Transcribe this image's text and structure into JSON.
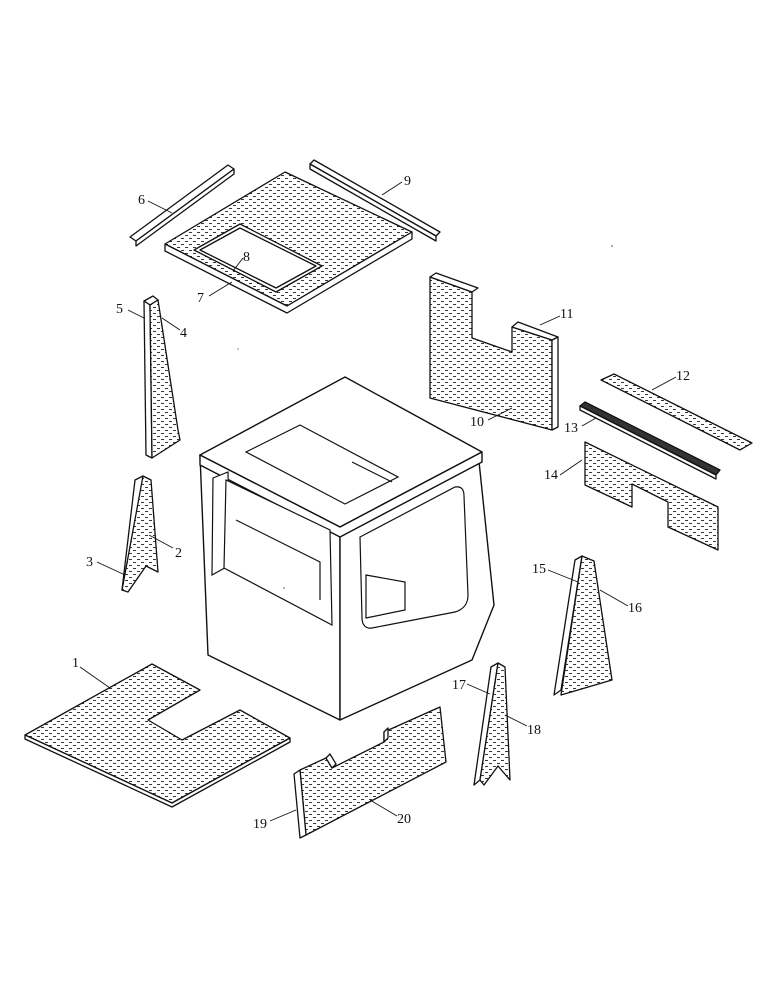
{
  "diagram": {
    "style": "exploded-view line drawing",
    "colors": {
      "line": "#111111",
      "background": "#ffffff",
      "hatch": "#222222"
    },
    "callouts": [
      "1",
      "2",
      "3",
      "4",
      "5",
      "6",
      "7",
      "8",
      "9",
      "10",
      "11",
      "12",
      "13",
      "14",
      "15",
      "16",
      "17",
      "18",
      "19",
      "20"
    ]
  }
}
